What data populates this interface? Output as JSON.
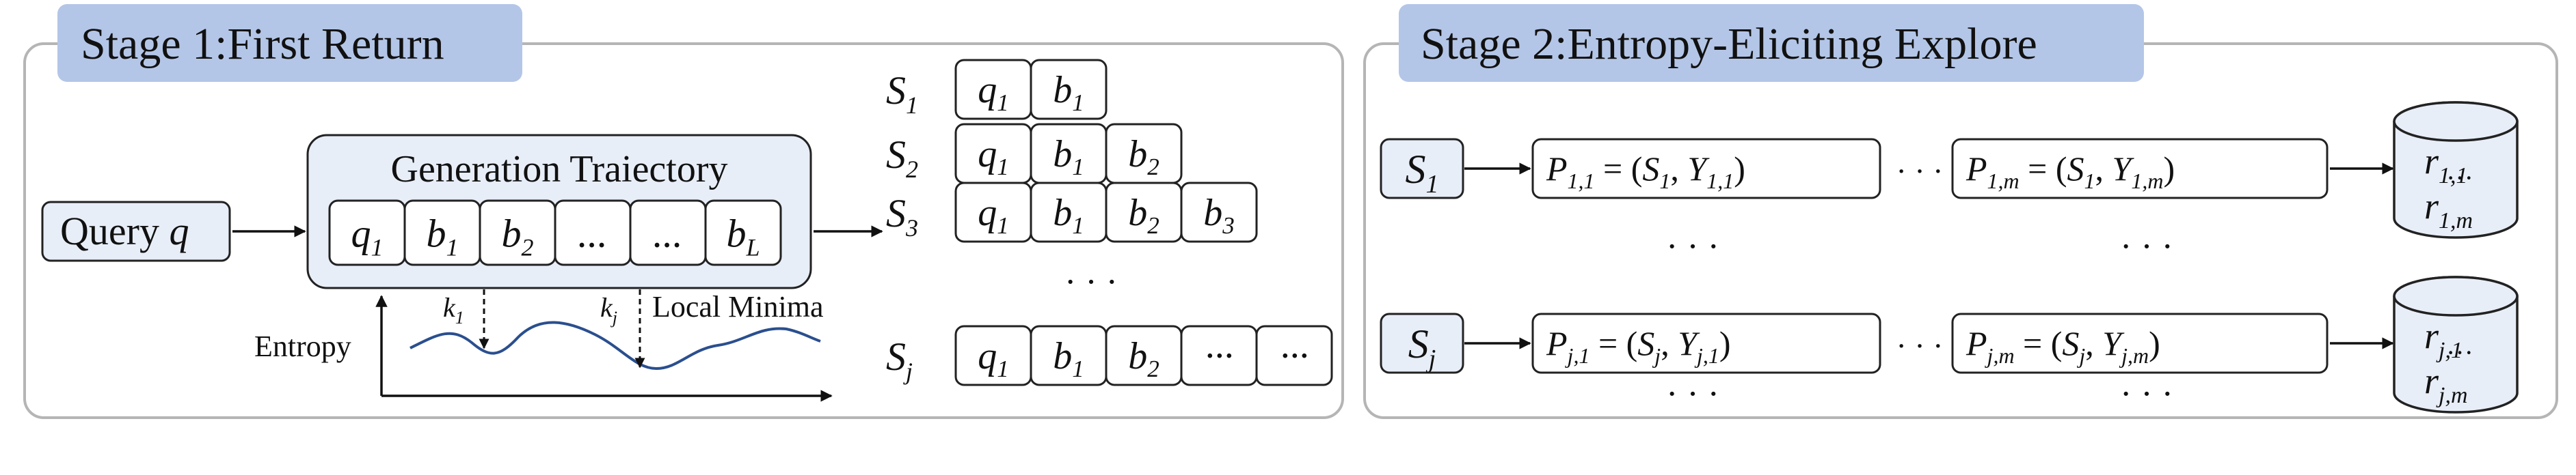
{
  "stage1": {
    "title": "Stage 1:First Return",
    "query": {
      "text": "Query ",
      "var": "q"
    },
    "generation": {
      "title": "Generation Traiectory",
      "tokens": [
        {
          "b": "q",
          "s": "1"
        },
        {
          "b": "b",
          "s": "1"
        },
        {
          "b": "b",
          "s": "2"
        },
        {
          "b": "...",
          "s": ""
        },
        {
          "b": "...",
          "s": ""
        },
        {
          "b": "b",
          "s": "L"
        }
      ]
    },
    "entropy_label": "Entropy",
    "k1": {
      "b": "k",
      "s": "1"
    },
    "kj": {
      "b": "k",
      "s": "j"
    },
    "local_minima": "Local Minima",
    "prefixes": [
      {
        "label": {
          "b": "S",
          "s": "1"
        },
        "tokens": [
          {
            "b": "q",
            "s": "1"
          },
          {
            "b": "b",
            "s": "1"
          }
        ]
      },
      {
        "label": {
          "b": "S",
          "s": "2"
        },
        "tokens": [
          {
            "b": "q",
            "s": "1"
          },
          {
            "b": "b",
            "s": "1"
          },
          {
            "b": "b",
            "s": "2"
          }
        ]
      },
      {
        "label": {
          "b": "S",
          "s": "3"
        },
        "tokens": [
          {
            "b": "q",
            "s": "1"
          },
          {
            "b": "b",
            "s": "1"
          },
          {
            "b": "b",
            "s": "2"
          },
          {
            "b": "b",
            "s": "3"
          }
        ]
      },
      {
        "label": {
          "b": "S",
          "s": "j"
        },
        "tokens": [
          {
            "b": "q",
            "s": "1"
          },
          {
            "b": "b",
            "s": "1"
          },
          {
            "b": "b",
            "s": "2"
          },
          {
            "b": "···",
            "s": ""
          },
          {
            "b": "···",
            "s": ""
          }
        ]
      }
    ],
    "vdots": "· · ·"
  },
  "stage2": {
    "title": "Stage 2:Entropy-Eliciting Explore",
    "row1": {
      "state": {
        "b": "S",
        "s": "1"
      },
      "p_first": {
        "P": "1,1",
        "S": "1",
        "Y": "1,1"
      },
      "p_last": {
        "P": "1,m",
        "S": "1",
        "Y": "1,m"
      },
      "reward_top": "1,1",
      "reward_bottom": "1,m"
    },
    "rowj": {
      "state": {
        "b": "S",
        "s": "j"
      },
      "p_first": {
        "P": "j,1",
        "S": "j",
        "Y": "j,1"
      },
      "p_last": {
        "P": "j,m",
        "S": "j",
        "Y": "j,m"
      },
      "reward_top": "j,1",
      "reward_bottom": "j,m"
    },
    "hdots": "· · ·",
    "vdots": "· · ·",
    "cyl_dots": "···"
  }
}
